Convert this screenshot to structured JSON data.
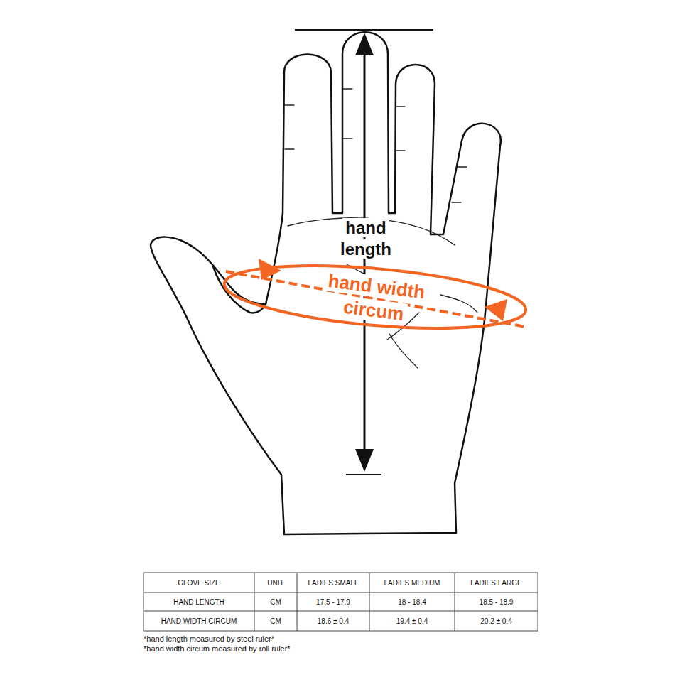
{
  "diagram": {
    "labels": [
      "hand length",
      "hand width circum",
      "GLOVE SIZE",
      "UNIT",
      "LADIES SMALL",
      "LADIES MEDIUM",
      "LADIES LARGE",
      "HAND LENGTH",
      "CM",
      "17.5 - 17.9",
      "18 - 18.4",
      "18.5 - 18.9",
      "HAND WIDTH CIRCUM",
      "CM",
      "18.6 ± 0.4",
      "19.4 ± 0.4",
      "20.2 ± 0.4",
      "*hand length measured by steel ruler*",
      "*hand width circum measured by roll ruler*"
    ]
  }
}
